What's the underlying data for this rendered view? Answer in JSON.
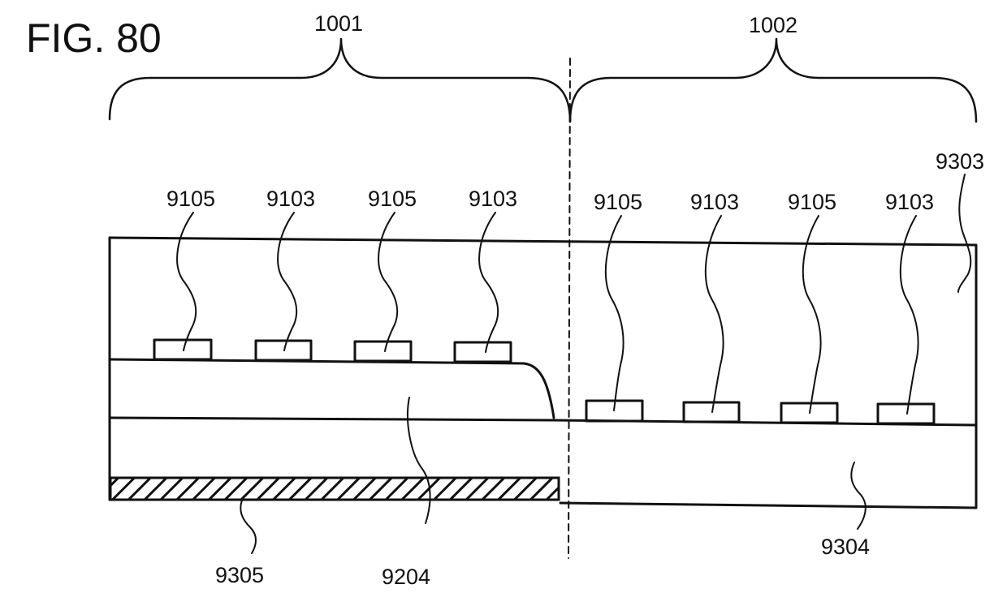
{
  "figure": {
    "title": "FIG. 80",
    "regions": {
      "left": "1001",
      "right": "1002"
    },
    "labels": {
      "element_9105": "9105",
      "element_9103": "9103",
      "layer_9303": "9303",
      "layer_9304": "9304",
      "layer_9305": "9305",
      "layer_9204": "9204"
    }
  }
}
